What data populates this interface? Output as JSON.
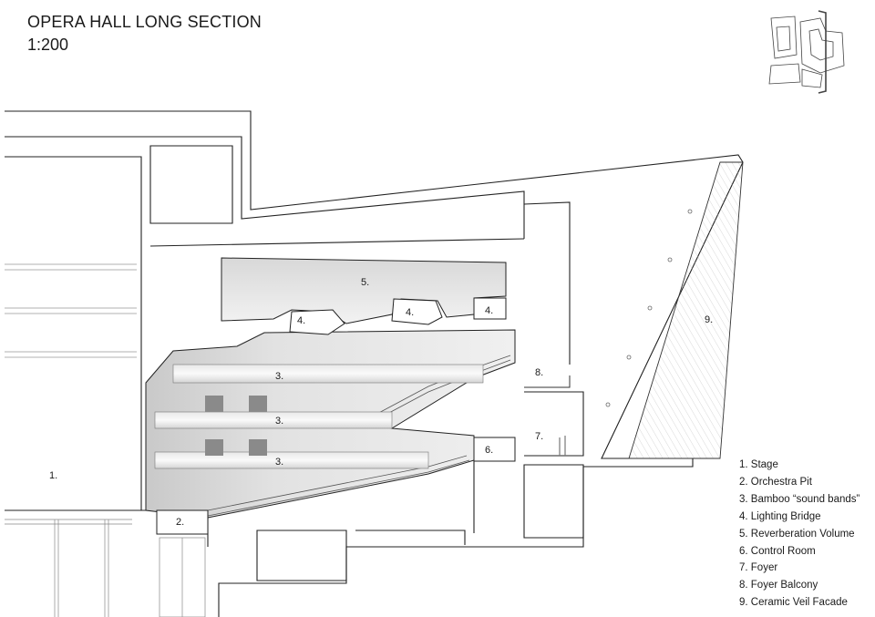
{
  "header": {
    "title": "OPERA HALL LONG SECTION",
    "scale": "1:200"
  },
  "labels": {
    "stage": "1.",
    "pit": "2.",
    "band_upper": "3.",
    "band_middle": "3.",
    "band_lower": "3.",
    "bridge_left": "4.",
    "bridge_mid": "4.",
    "bridge_right": "4.",
    "reverb": "5.",
    "control": "6.",
    "foyer": "7.",
    "balcony": "8.",
    "facade": "9."
  },
  "legend": [
    "1. Stage",
    "2. Orchestra Pit",
    "3. Bamboo “sound bands”",
    "4. Lighting Bridge",
    "5. Reverberation Volume",
    "6. Control Room",
    "7. Foyer",
    "8. Foyer Balcony",
    "9. Ceramic Veil Facade"
  ]
}
